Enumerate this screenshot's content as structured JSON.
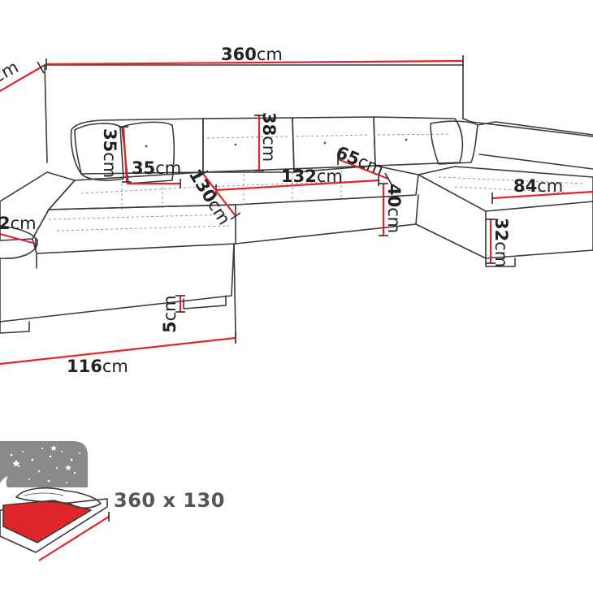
{
  "dimensions": {
    "total_width": {
      "num": "360",
      "unit": "cm"
    },
    "left_depth": {
      "num": "",
      "unit": "cm"
    },
    "cushion_height": {
      "num": "35",
      "unit": "cm"
    },
    "cushion_width": {
      "num": "35",
      "unit": "cm"
    },
    "backrest_height": {
      "num": "38",
      "unit": "cm"
    },
    "seat_width": {
      "num": "132",
      "unit": "cm"
    },
    "seat_depth": {
      "num": "65",
      "unit": "cm"
    },
    "left_chaise_depth": {
      "num": "130",
      "unit": "cm"
    },
    "seat_height": {
      "num": "40",
      "unit": "cm"
    },
    "right_chaise_width": {
      "num": "84",
      "unit": "cm"
    },
    "right_chaise_height": {
      "num": "32",
      "unit": "cm"
    },
    "armrest_height": {
      "num": "2",
      "unit": "cm"
    },
    "leg_height": {
      "num": "5",
      "unit": "cm"
    },
    "left_section_width": {
      "num": "116",
      "unit": "cm"
    }
  },
  "sleep_function": {
    "icon": "bed-night-sky-icon",
    "size_label": "360 x 130"
  },
  "colors": {
    "dimension_line": "#e0262b",
    "outline": "#3a3a3a",
    "bed_mattress": "#e0262b",
    "night_sky": "#8a8a8a"
  }
}
